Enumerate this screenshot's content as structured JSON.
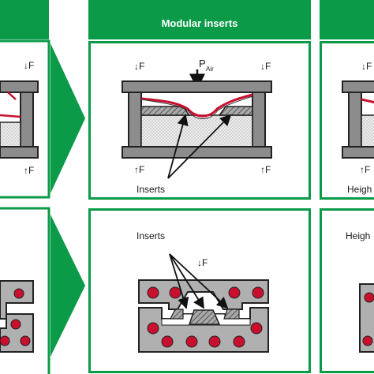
{
  "colors": {
    "green": "#0a9a48",
    "tool_gray": "#8c8c8c",
    "red_layer": "#c8102e",
    "insert_fill": "#a0a0a0",
    "frame_text": "#ffffff"
  },
  "center_panel": {
    "header": "Modular inserts",
    "force_top_left": "↓F",
    "force_top_right": "↓F",
    "force_bottom_left": "↑F",
    "force_bottom_right": "↑F",
    "pressure_label": "P",
    "pressure_subscript": "Air",
    "inserts_label": "Inserts"
  },
  "center_lower_panel": {
    "inserts_label": "Inserts",
    "force_label": "↓F"
  },
  "left_panel": {
    "force_top": "↓F",
    "force_bottom": "↑F"
  },
  "right_panel": {
    "force_top": "↓F",
    "force_bottom": "↑F",
    "partial_label": "Heigh"
  },
  "right_lower_panel": {
    "partial_label": "Heigh"
  }
}
